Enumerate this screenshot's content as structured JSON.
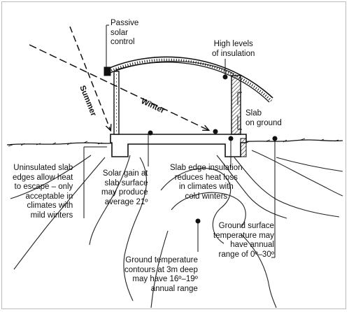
{
  "labels": {
    "passive_solar": "Passive\nsolar\ncontrol",
    "high_insulation": "High levels\nof insulation",
    "slab_ground": "Slab\non ground",
    "uninsulated": "Uninsulated slab\nedges allow heat\nto escape – only\nacceptable in\nclimates with\nmild winters",
    "solar_gain": "Solar gain at\nslab surface\nmay produce\naverage 21º",
    "edge_insulation": "Slab edge insulation\nreduces heat loss\nin climates with\ncold winters",
    "ground_surface": "Ground surface\ntemperature may\nhave annual\nrange of 0º–30º",
    "ground_contours": "Ground temperature\ncontours at 3m deep\nmay have 16º–19º\nannual range"
  },
  "rays": {
    "summer": "Summer",
    "winter": "Winter"
  }
}
